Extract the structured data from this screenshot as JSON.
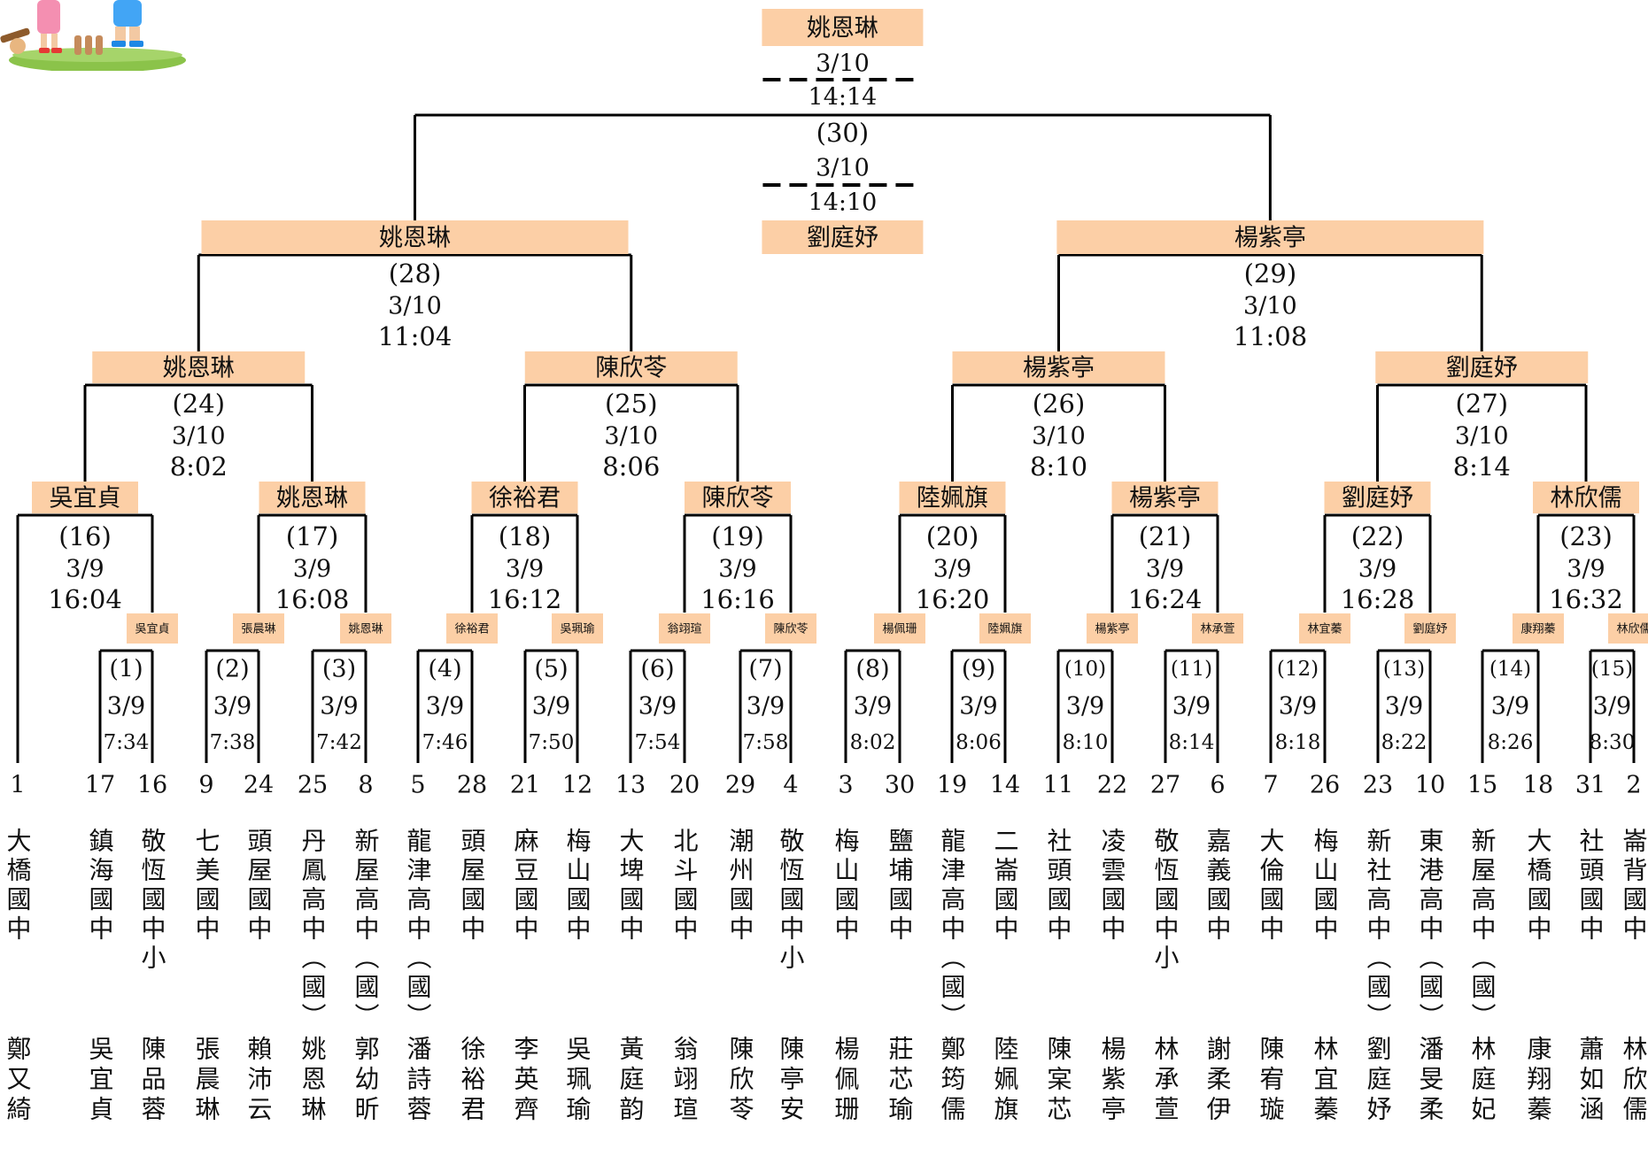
{
  "colors": {
    "winner_box": "#FCCFA6",
    "line": "#000000"
  },
  "logo": {
    "icon": "children-playing-illustration"
  },
  "final": {
    "champion": "姚恩琳",
    "runner_up": "劉庭妤",
    "match_no": "(30)",
    "game1_date": "3/10",
    "game1_time": "14:14",
    "game2_date": "3/10",
    "game2_time": "14:10"
  },
  "semis": [
    {
      "winner": "姚恩琳",
      "match_no": "(28)",
      "date": "3/10",
      "time": "11:04"
    },
    {
      "winner": "楊紫亭",
      "match_no": "(29)",
      "date": "3/10",
      "time": "11:08"
    }
  ],
  "quarters": [
    {
      "winner": "姚恩琳",
      "match_no": "(24)",
      "date": "3/10",
      "time": "8:02"
    },
    {
      "winner": "陳欣苓",
      "match_no": "(25)",
      "date": "3/10",
      "time": "8:06"
    },
    {
      "winner": "楊紫亭",
      "match_no": "(26)",
      "date": "3/10",
      "time": "8:10"
    },
    {
      "winner": "劉庭妤",
      "match_no": "(27)",
      "date": "3/10",
      "time": "8:14"
    }
  ],
  "round2": [
    {
      "winner": "吳宜貞",
      "match_no": "(16)",
      "date": "3/9",
      "time": "16:04"
    },
    {
      "winner": "姚恩琳",
      "match_no": "(17)",
      "date": "3/9",
      "time": "16:08"
    },
    {
      "winner": "徐裕君",
      "match_no": "(18)",
      "date": "3/9",
      "time": "16:12"
    },
    {
      "winner": "陳欣苓",
      "match_no": "(19)",
      "date": "3/9",
      "time": "16:16"
    },
    {
      "winner": "陸姵旗",
      "match_no": "(20)",
      "date": "3/9",
      "time": "16:20"
    },
    {
      "winner": "楊紫亭",
      "match_no": "(21)",
      "date": "3/9",
      "time": "16:24"
    },
    {
      "winner": "劉庭妤",
      "match_no": "(22)",
      "date": "3/9",
      "time": "16:28"
    },
    {
      "winner": "林欣儒",
      "match_no": "(23)",
      "date": "3/9",
      "time": "16:32"
    }
  ],
  "round1": [
    {
      "winner": "吳宜貞",
      "match_no": "(1)",
      "date": "3/9",
      "time": "7:34"
    },
    {
      "winner": "張晨琳",
      "match_no": "(2)",
      "date": "3/9",
      "time": "7:38"
    },
    {
      "winner": "姚恩琳",
      "match_no": "(3)",
      "date": "3/9",
      "time": "7:42"
    },
    {
      "winner": "徐裕君",
      "match_no": "(4)",
      "date": "3/9",
      "time": "7:46"
    },
    {
      "winner": "吳珮瑜",
      "match_no": "(5)",
      "date": "3/9",
      "time": "7:50"
    },
    {
      "winner": "翁翊瑄",
      "match_no": "(6)",
      "date": "3/9",
      "time": "7:54"
    },
    {
      "winner": "陳欣苓",
      "match_no": "(7)",
      "date": "3/9",
      "time": "7:58"
    },
    {
      "winner": "楊佩珊",
      "match_no": "(8)",
      "date": "3/9",
      "time": "8:02"
    },
    {
      "winner": "陸姵旗",
      "match_no": "(9)",
      "date": "3/9",
      "time": "8:06"
    },
    {
      "winner": "楊紫亭",
      "match_no": "(10)",
      "date": "3/9",
      "time": "8:10"
    },
    {
      "winner": "林承萱",
      "match_no": "(11)",
      "date": "3/9",
      "time": "8:14"
    },
    {
      "winner": "林宜蓁",
      "match_no": "(12)",
      "date": "3/9",
      "time": "8:18"
    },
    {
      "winner": "劉庭妤",
      "match_no": "(13)",
      "date": "3/9",
      "time": "8:22"
    },
    {
      "winner": "康翔蓁",
      "match_no": "(14)",
      "date": "3/9",
      "time": "8:26"
    },
    {
      "winner": "林欣儒",
      "match_no": "(15)",
      "date": "3/9",
      "time": "8:30"
    }
  ],
  "players": [
    {
      "seed": "1",
      "school": "大橋國中",
      "name": "鄭又綺"
    },
    {
      "seed": "17",
      "school": "鎮海國中",
      "name": "吳宜貞"
    },
    {
      "seed": "16",
      "school": "敬恆國中小",
      "name": "陳品蓉"
    },
    {
      "seed": "9",
      "school": "七美國中",
      "name": "張晨琳"
    },
    {
      "seed": "24",
      "school": "頭屋國中",
      "name": "賴沛云"
    },
    {
      "seed": "25",
      "school": "丹鳳高中（國）",
      "name": "姚恩琳"
    },
    {
      "seed": "8",
      "school": "新屋高中（國）",
      "name": "郭幼昕"
    },
    {
      "seed": "5",
      "school": "龍津高中（國）",
      "name": "潘詩蓉"
    },
    {
      "seed": "28",
      "school": "頭屋國中",
      "name": "徐裕君"
    },
    {
      "seed": "21",
      "school": "麻豆國中",
      "name": "李英齊"
    },
    {
      "seed": "12",
      "school": "梅山國中",
      "name": "吳珮瑜"
    },
    {
      "seed": "13",
      "school": "大埤國中",
      "name": "黃庭韵"
    },
    {
      "seed": "20",
      "school": "北斗國中",
      "name": "翁翊瑄"
    },
    {
      "seed": "29",
      "school": "潮州國中",
      "name": "陳欣苓"
    },
    {
      "seed": "4",
      "school": "敬恆國中小",
      "name": "陳亭安"
    },
    {
      "seed": "3",
      "school": "梅山國中",
      "name": "楊佩珊"
    },
    {
      "seed": "30",
      "school": "鹽埔國中",
      "name": "莊芯瑜"
    },
    {
      "seed": "19",
      "school": "龍津高中（國）",
      "name": "鄭筠儒"
    },
    {
      "seed": "14",
      "school": "二崙國中",
      "name": "陸姵旗"
    },
    {
      "seed": "11",
      "school": "社頭國中",
      "name": "陳宲芯"
    },
    {
      "seed": "22",
      "school": "凌雲國中",
      "name": "楊紫亭"
    },
    {
      "seed": "27",
      "school": "敬恆國中小",
      "name": "林承萱"
    },
    {
      "seed": "6",
      "school": "嘉義國中",
      "name": "謝柔伊"
    },
    {
      "seed": "7",
      "school": "大倫國中",
      "name": "陳宥璇"
    },
    {
      "seed": "26",
      "school": "梅山國中",
      "name": "林宜蓁"
    },
    {
      "seed": "23",
      "school": "新社高中（國）",
      "name": "劉庭妤"
    },
    {
      "seed": "10",
      "school": "東港高中（國）",
      "name": "潘旻柔"
    },
    {
      "seed": "15",
      "school": "新屋高中（國）",
      "name": "林庭妃"
    },
    {
      "seed": "18",
      "school": "大橋國中",
      "name": "康翔蓁"
    },
    {
      "seed": "31",
      "school": "社頭國中",
      "name": "蕭如涵"
    },
    {
      "seed": "2",
      "school": "崙背國中",
      "name": "林欣儒"
    }
  ]
}
